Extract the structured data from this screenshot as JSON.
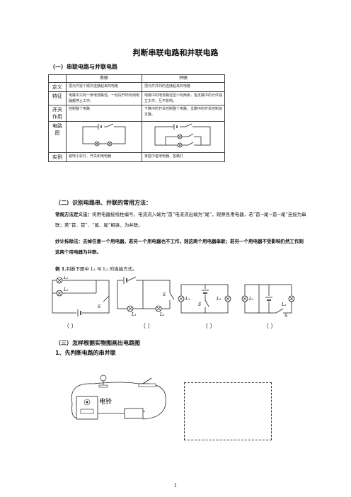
{
  "title": "判断串联电路和并联电路",
  "section1": "（一）串联电路与并联电路",
  "table": {
    "col_series": "串联",
    "col_parallel": "并联",
    "rows": [
      {
        "label": "定义",
        "series": "把元件逐个顺次连接起来的电路",
        "parallel": "把元件并列的连接起来的电路"
      },
      {
        "label": "特征",
        "series": "电路中只有一条电流路径，一处段开所有用电器都停止工作。",
        "parallel": "电路中的电流路径至少有两条，各支路中的元件独立工作，互不影响。"
      },
      {
        "label": "开关作用",
        "series": "控制整个电路",
        "parallel": "干路中的开关控制整个电路，支路中的开关控制该支路。"
      },
      {
        "label": "电路图",
        "series": "",
        "parallel": ""
      },
      {
        "label": "实例",
        "series": "装饰小彩灯、开关和用电器",
        "parallel": "家庭中各用电器、各路灯"
      }
    ]
  },
  "section2": "（二）识别电路串、并联的常用方法：",
  "method1_head": "常规方法定义法：",
  "method1_body": "将用电器接线柱编号，电流流入端为“首”电流流出端为“尾”，观察各用电器，若“首→尾→首→尾”连接为串联；若“首、首”、“尾、尾”相连，为并联。",
  "method2": "妙计拆除法：去掉任意一个用电器，若另一个用电器也不工作，则这两个用电器串联；若另一个用电器不受影响仍然工作则这两个用电器为并联。",
  "example_label": "例 1.",
  "example_text": "判断下图中 L₁ 与 L₂ 的连接方式。",
  "answer_blanks": [
    "（    ）",
    "（    ）",
    "（    ）",
    "（    ）"
  ],
  "circuit_labels": {
    "l1": "L₁",
    "l2": "L₂",
    "s": "S"
  },
  "section3": "（三）怎样根据实物图画出电路图",
  "section3_sub": "1、先判断电路的串并联",
  "bell_label": "电铃",
  "page_number": "1"
}
